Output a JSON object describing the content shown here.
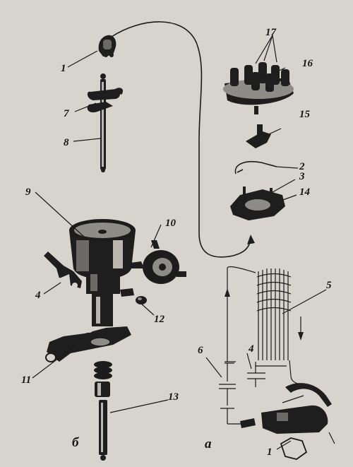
{
  "labels": {
    "l1": "1",
    "l2": "2",
    "l3": "3",
    "l4": "4",
    "l5": "5",
    "l6": "6",
    "l7": "7",
    "l8": "8",
    "l9": "9",
    "l10": "10",
    "l11": "11",
    "l12": "12",
    "l13": "13",
    "l14": "14",
    "l15": "15",
    "l16": "16",
    "l17": "17",
    "l4b": "4",
    "l1b": "1"
  },
  "view_labels": {
    "a": "а",
    "b": "б"
  }
}
